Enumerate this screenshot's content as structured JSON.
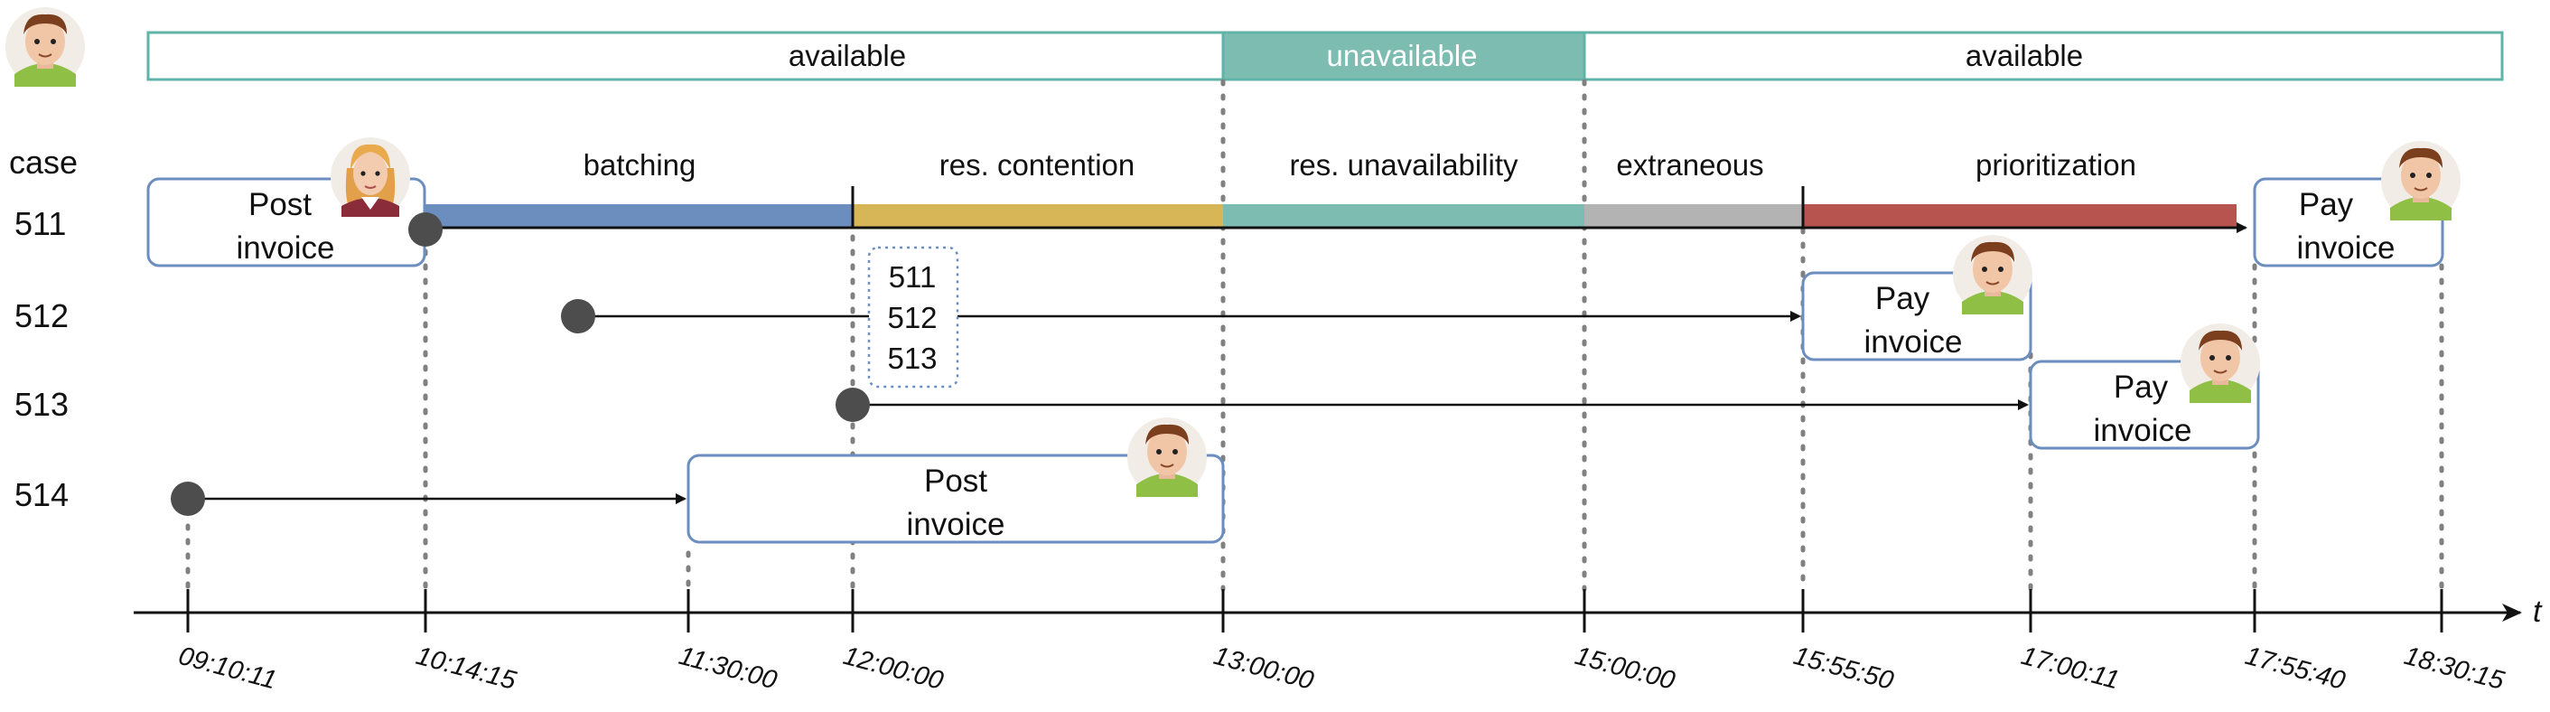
{
  "case_header": "case",
  "axis_symbol": "t",
  "colors": {
    "available_border": "#5fb3a7",
    "unavailable_fill": "#7dbcb1",
    "batching": "#6c8ebf",
    "contention": "#d6b656",
    "unavailability": "#7dbcb1",
    "extraneous": "#b3b3b3",
    "prioritization": "#b85450",
    "box_border": "#6c8ebf",
    "dot": "#4d4d4d"
  },
  "availability": [
    {
      "label": "available",
      "state": "available"
    },
    {
      "label": "unavailable",
      "state": "unavailable"
    },
    {
      "label": "available",
      "state": "available"
    }
  ],
  "cases": [
    "511",
    "512",
    "513",
    "514"
  ],
  "segments": [
    {
      "label": "batching",
      "color_key": "batching"
    },
    {
      "label": "res. contention",
      "color_key": "contention"
    },
    {
      "label": "res. unavailability",
      "color_key": "unavailability"
    },
    {
      "label": "extraneous",
      "color_key": "extraneous"
    },
    {
      "label": "prioritization",
      "color_key": "prioritization"
    }
  ],
  "activities": [
    {
      "line1": "Post",
      "line2": "invoice",
      "case": "511",
      "avatar": "woman-avatar-icon"
    },
    {
      "line1": "Pay",
      "line2": "invoice",
      "case": "511",
      "avatar": "man-avatar-icon"
    },
    {
      "line1": "Pay",
      "line2": "invoice",
      "case": "512",
      "avatar": "man-avatar-icon"
    },
    {
      "line1": "Pay",
      "line2": "invoice",
      "case": "513",
      "avatar": "man-avatar-icon"
    },
    {
      "line1": "Post",
      "line2": "invoice",
      "case": "514",
      "avatar": "man-avatar-icon"
    }
  ],
  "queue": [
    "511",
    "512",
    "513"
  ],
  "ticks": [
    "09:10:11",
    "10:14:15",
    "11:30:00",
    "12:00:00",
    "13:00:00",
    "15:00:00",
    "15:55:50",
    "17:00:11",
    "17:55:40",
    "18:30:15"
  ]
}
